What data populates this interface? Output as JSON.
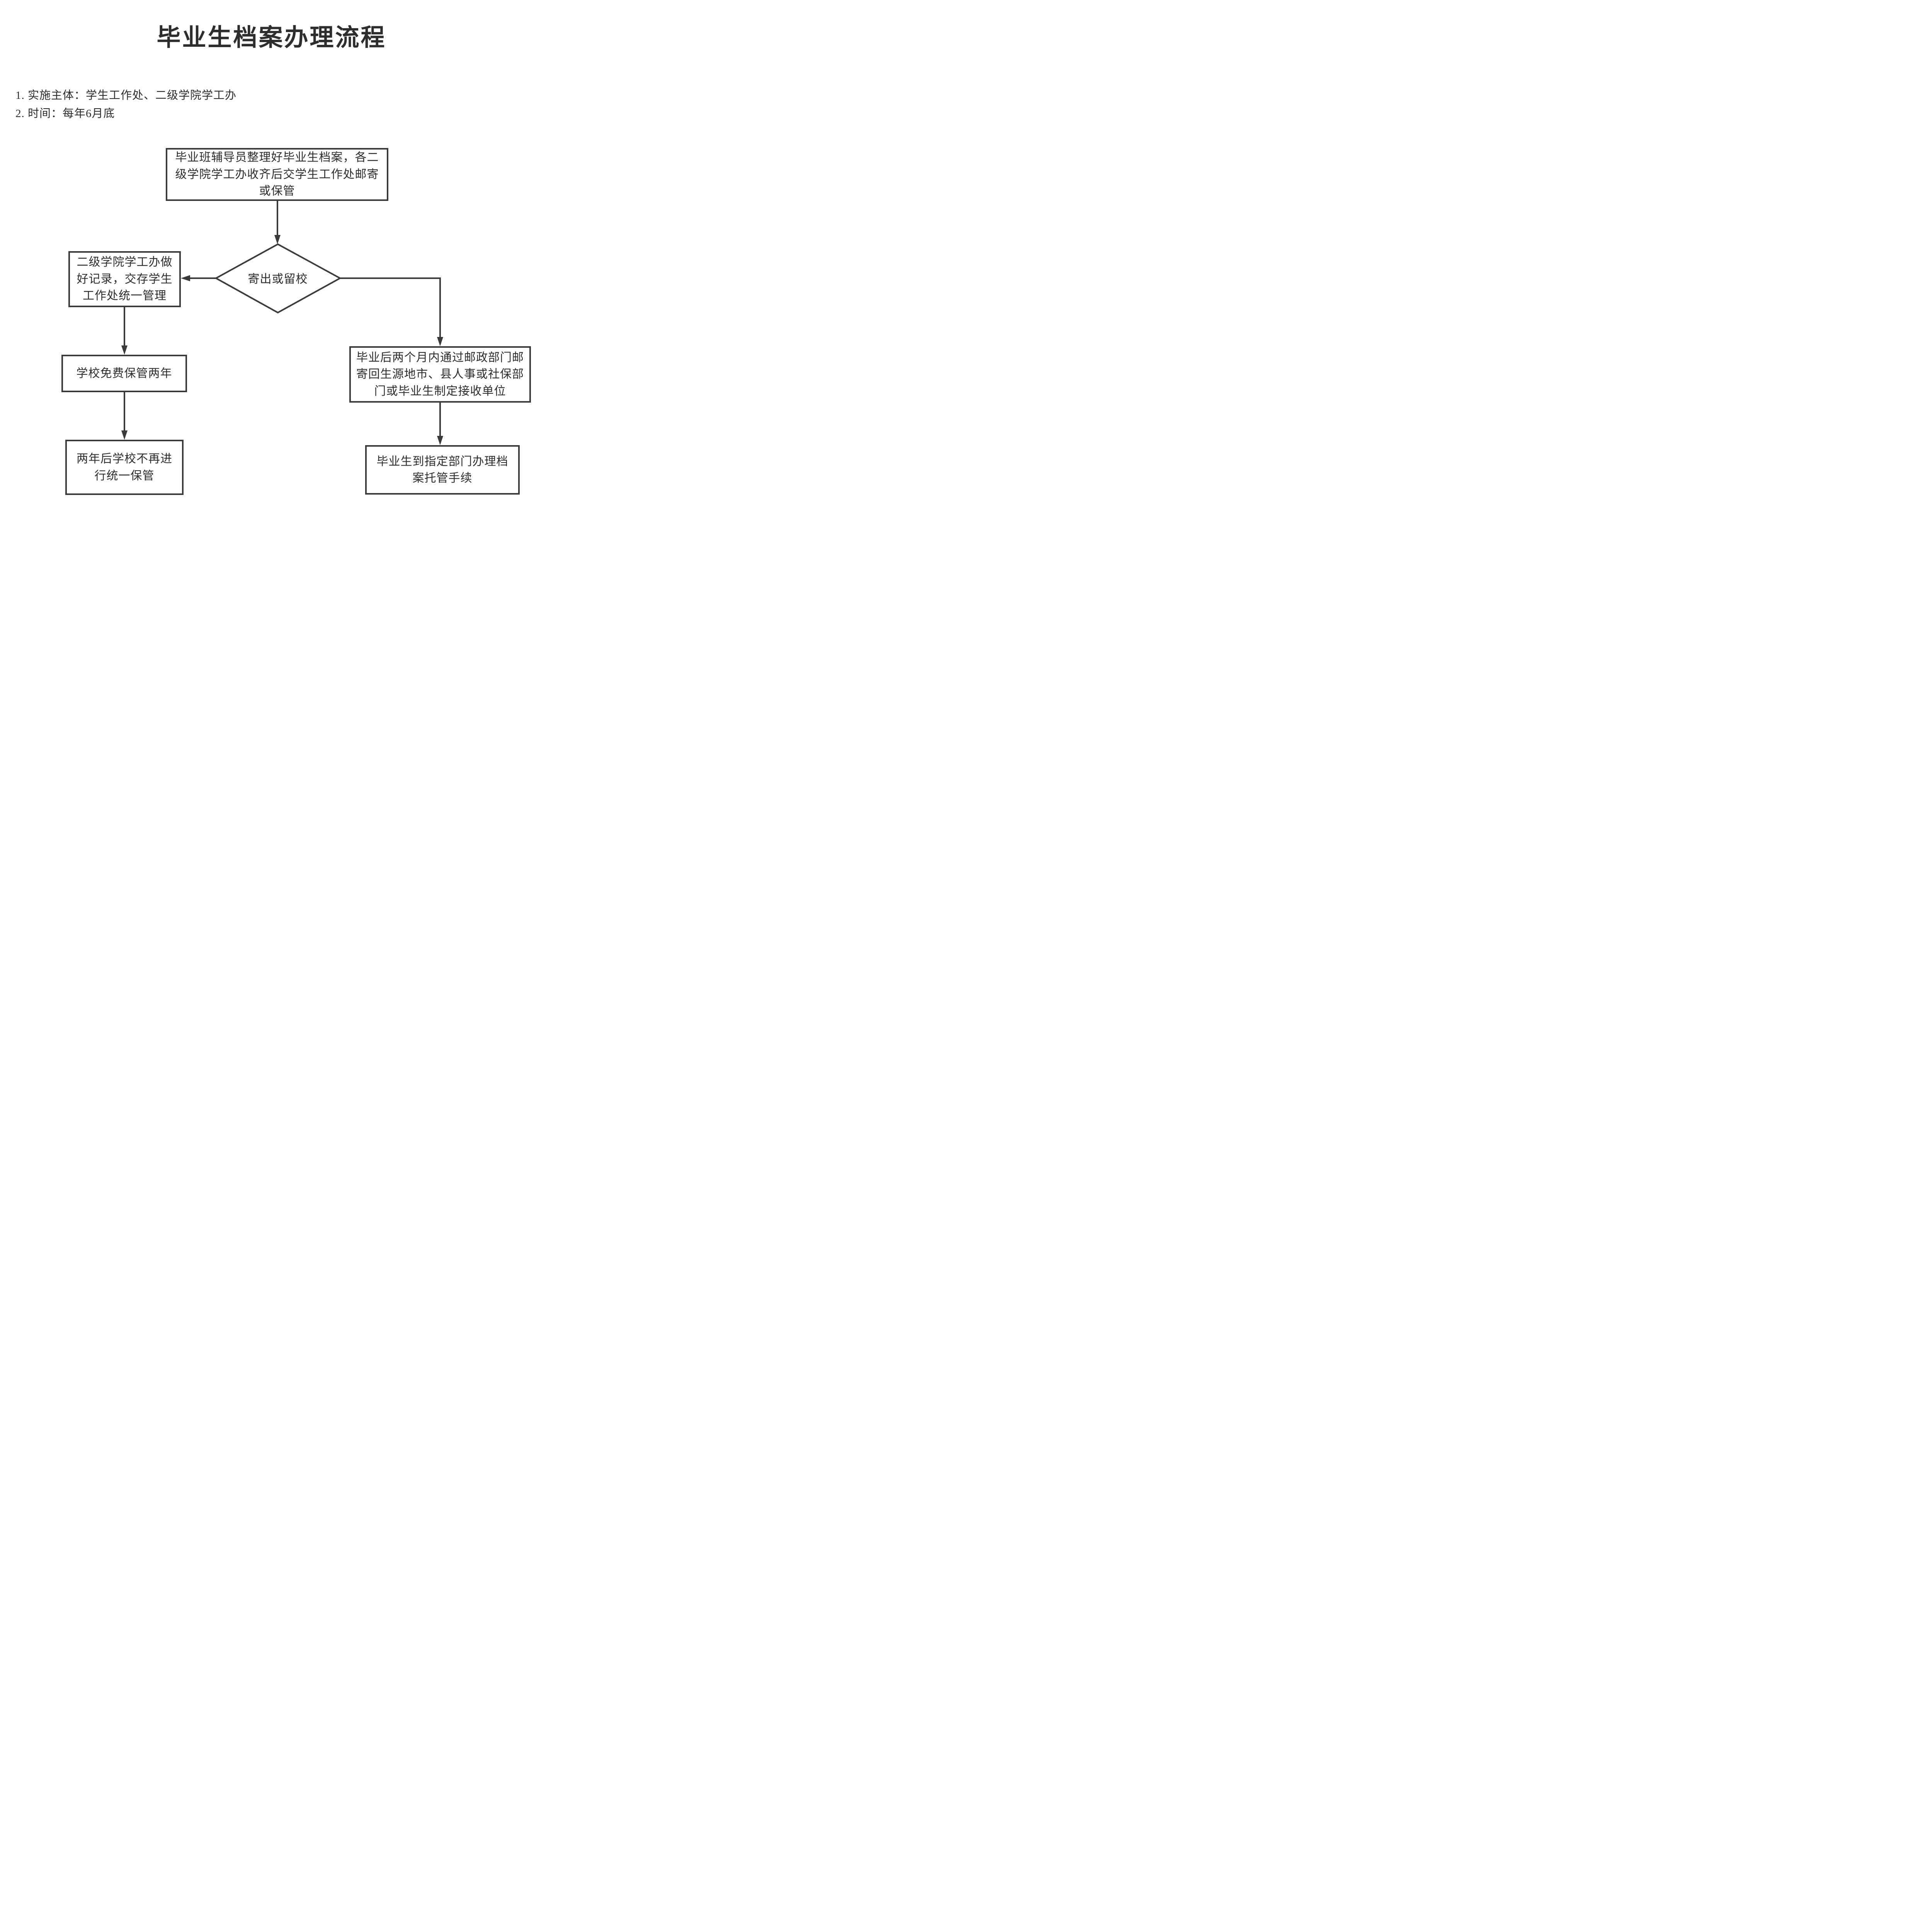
{
  "page": {
    "title": "毕业生档案办理流程",
    "notes": {
      "implementer": "1. 实施主体：学生工作处、二级学院学工办",
      "time": "2. 时间：每年6月底"
    }
  },
  "flowchart": {
    "nodes": {
      "start": "毕业班辅导员整理好毕业生档案，各二\n级学院学工办收齐后交学生工作处邮寄\n或保管",
      "decision": "寄出或留校",
      "keep_record": "二级学院学工办做\n好记录，交存学生\n工作处统一管理",
      "free_storage": "学校免费保管两年",
      "no_storage": "两年后学校不再进\n行统一保管",
      "mail_out": "毕业后两个月内通过邮政部门邮\n寄回生源地市、县人事或社保部\n门或毕业生制定接收单位",
      "trusteeship": "毕业生到指定部门办理档\n案托管手续"
    },
    "colors": {
      "line": "#3a3a3a",
      "text": "#2d2d2d",
      "background": "#ffffff"
    }
  }
}
